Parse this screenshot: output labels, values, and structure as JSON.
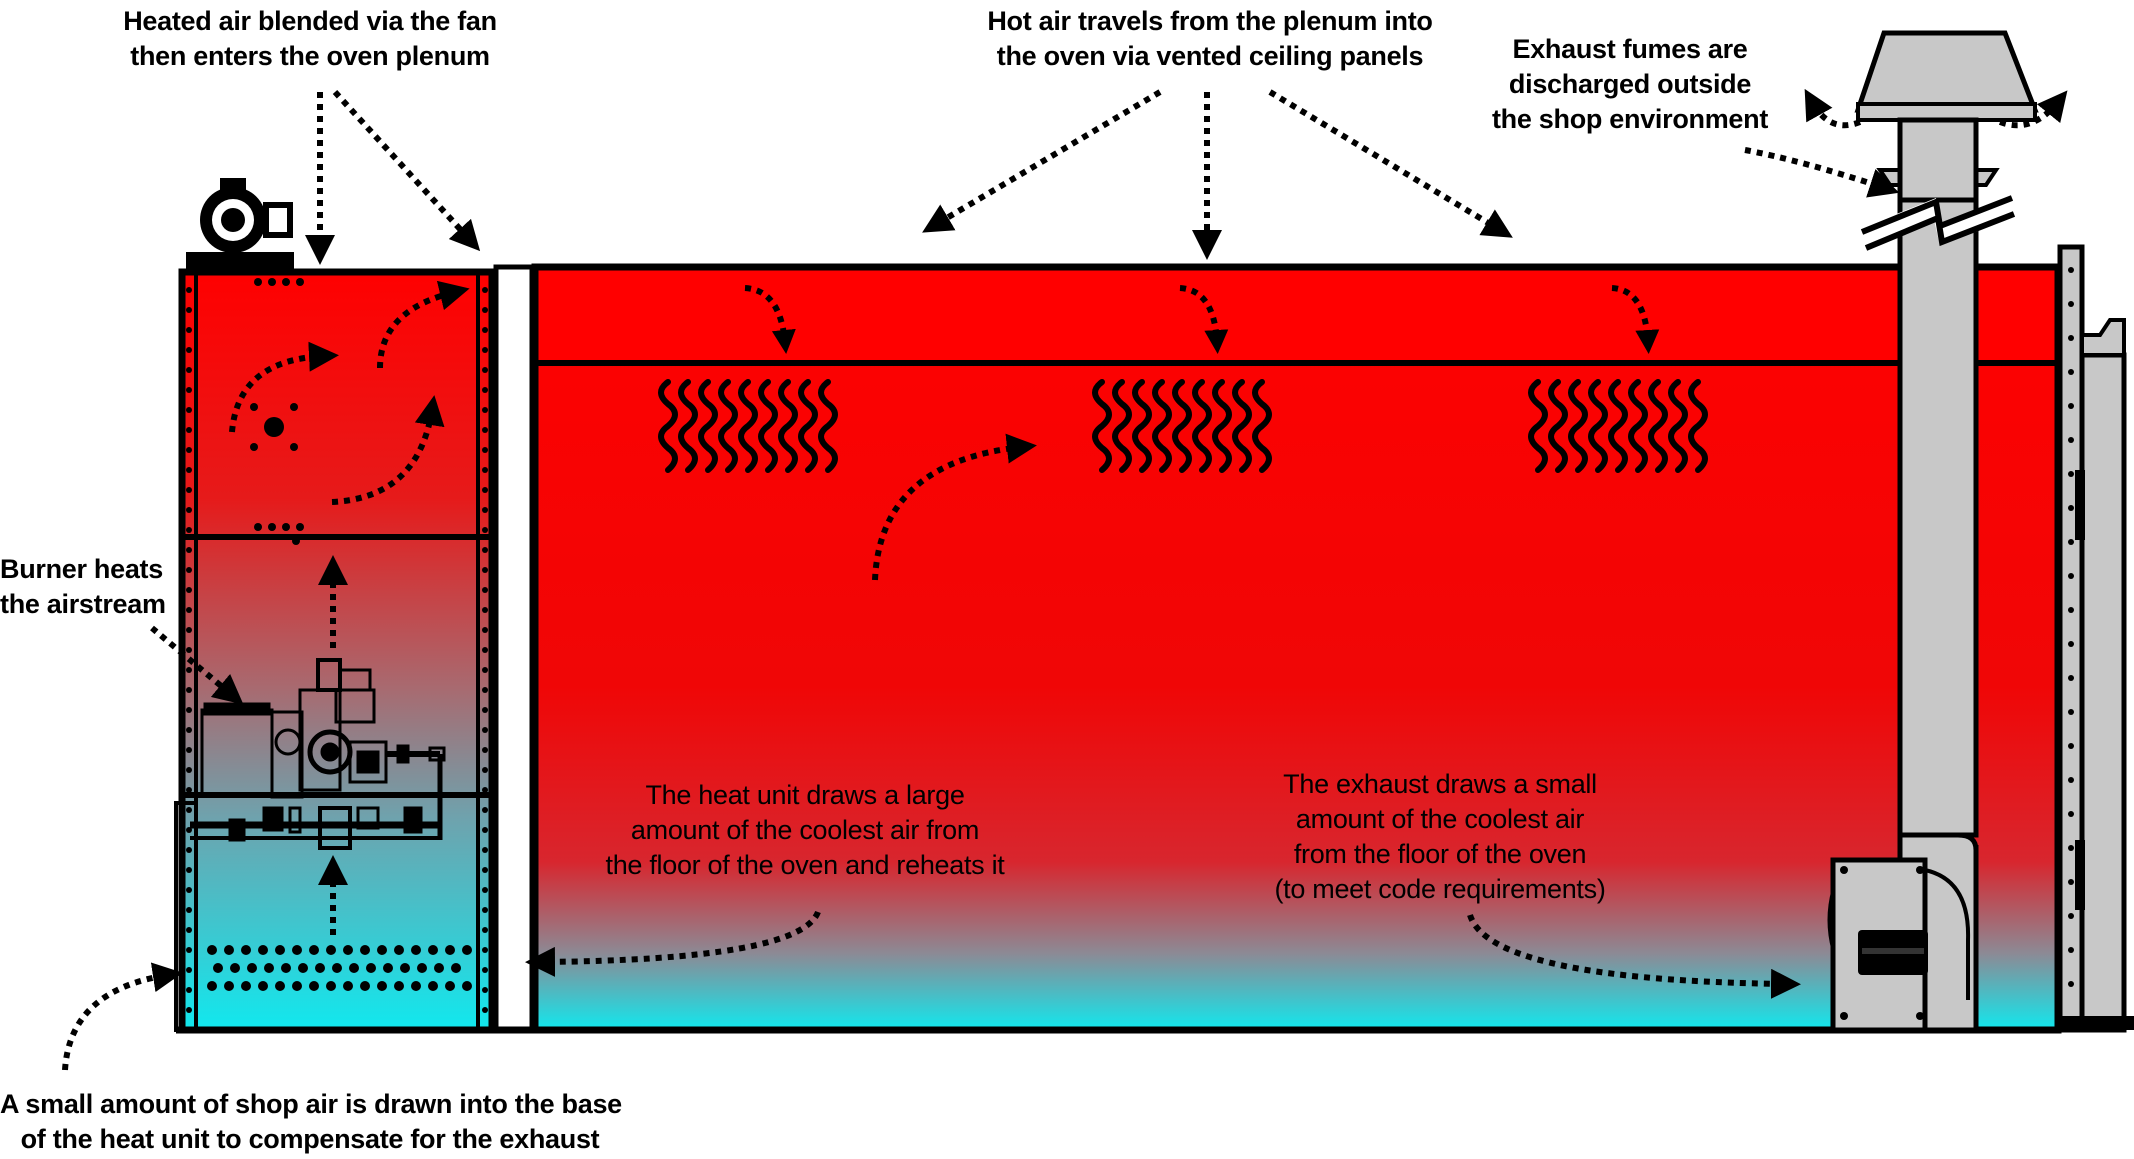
{
  "labels": {
    "fan_blend": [
      "Heated air blended via the fan",
      "then enters the oven plenum"
    ],
    "hot_air": [
      "Hot air travels from the plenum into",
      "the oven via vented ceiling panels"
    ],
    "exhaust_fumes": [
      "Exhaust fumes are",
      "discharged outside",
      "the shop environment"
    ],
    "burner": [
      "Burner heats",
      "the airstream"
    ],
    "heat_unit_draw": [
      "The heat unit draws a large",
      "amount of the coolest air from",
      "the floor of the oven and reheats it"
    ],
    "exhaust_draw": [
      "The exhaust draws a small",
      "amount of the coolest air",
      "from the floor of the oven",
      "(to meet code requirements)"
    ],
    "shop_air": [
      "A small amount of shop air is drawn into the base",
      "of the heat unit to compensate for the exhaust"
    ]
  },
  "colors": {
    "hot": "#ff0000",
    "mid": "#d8262e",
    "cool": "#11e8ee",
    "outline": "#000000",
    "metal": "#c8c8c8"
  }
}
